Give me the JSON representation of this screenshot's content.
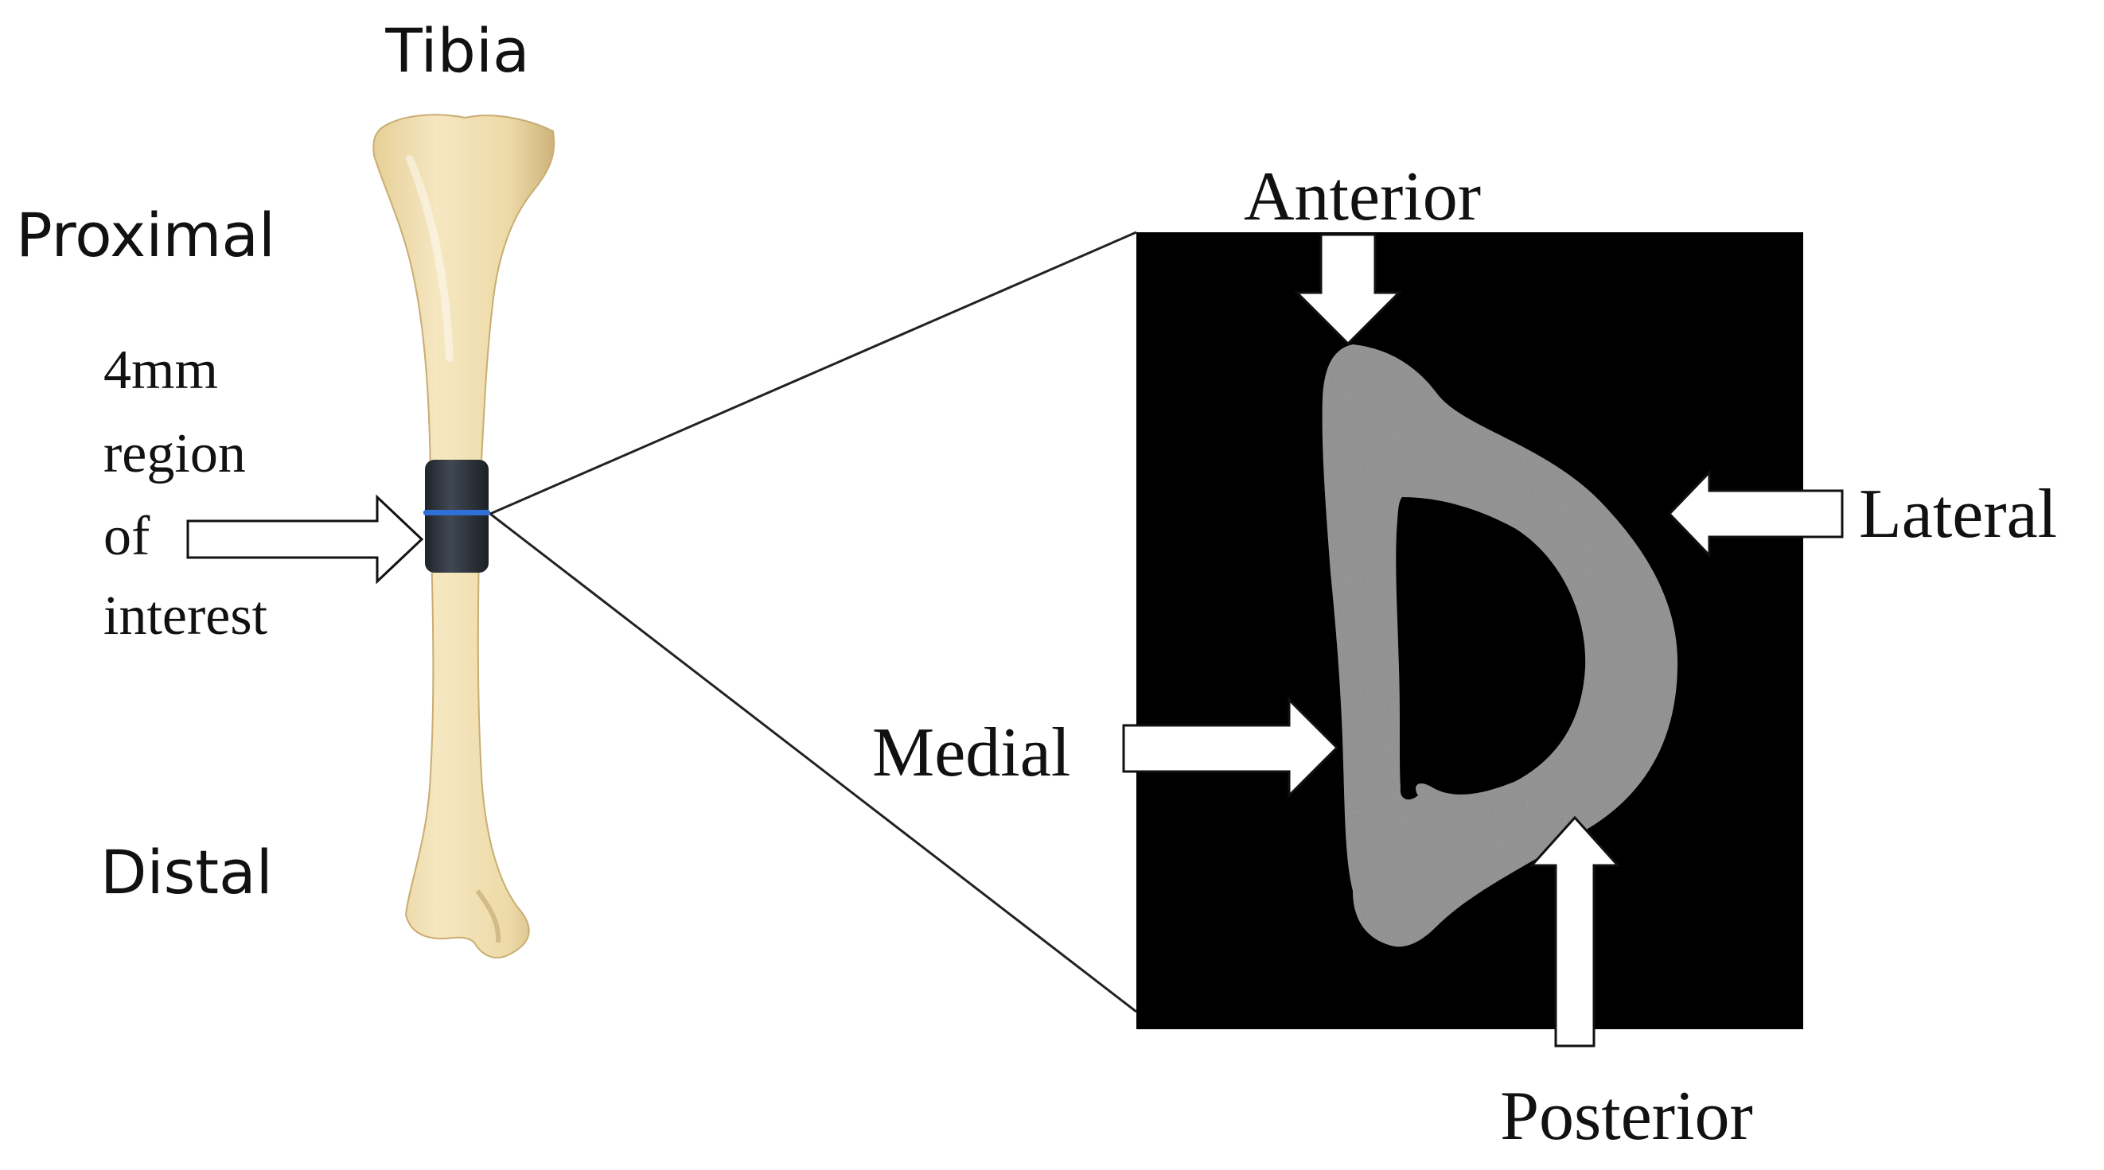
{
  "labels": {
    "bone": "Tibia",
    "proximal": "Proximal",
    "distal": "Distal",
    "roi": [
      "4mm",
      "region",
      "of",
      "interest"
    ],
    "anterior": "Anterior",
    "posterior": "Posterior",
    "medial": "Medial",
    "lateral": "Lateral"
  },
  "colors": {
    "bone": "#efdcae",
    "bone_shade": "#d8c08a",
    "roi_band": "#2f353d",
    "roi_line": "#2f6fd6",
    "ct_background": "#000000",
    "cortex": "#8a8a8a",
    "marrow": "#050505"
  }
}
